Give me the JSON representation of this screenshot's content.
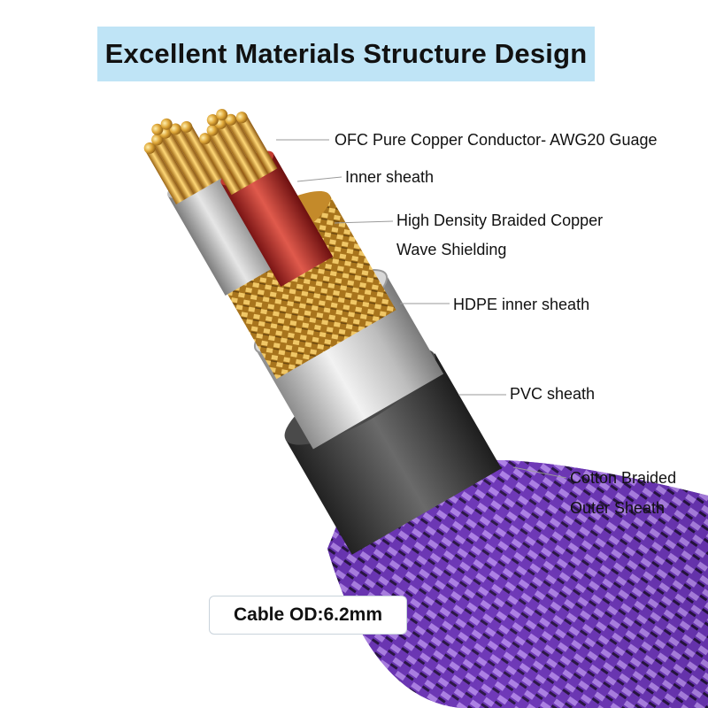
{
  "title": "Excellent Materials Structure Design",
  "labels": {
    "conductor": "OFC Pure Copper Conductor- AWG20 Guage",
    "inner_sheath": "Inner sheath",
    "shield_line1": "High Density Braided Copper",
    "shield_line2": "Wave Shielding",
    "hdpe": "HDPE inner sheath",
    "pvc": "PVC sheath",
    "outer_line1": "Cotton Braided",
    "outer_line2": "Outer Sheath"
  },
  "cable_od": "Cable OD:6.2mm",
  "colors": {
    "title_bg": "#bfe4f6",
    "braid_purple": "#7a3fc0",
    "copper": "#c9962e",
    "red_sheath": "#b32a2a",
    "silver": "#c8c8c8",
    "pvc": "#3a3a3a"
  }
}
